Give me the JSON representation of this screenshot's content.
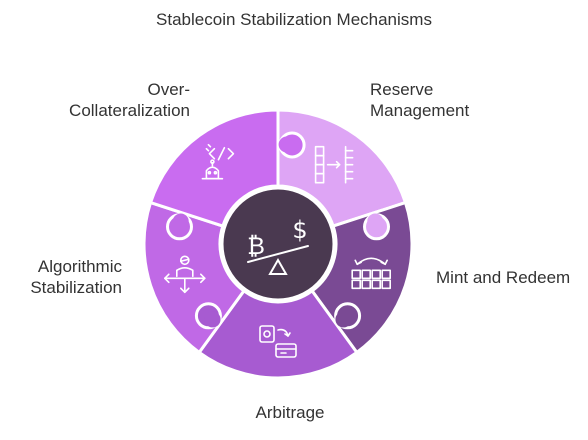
{
  "title": "Stablecoin Stabilization Mechanisms",
  "segments": [
    {
      "id": "over-collateralization",
      "label_lines": [
        "Over-",
        "Collateralization"
      ],
      "color": "#dea5f5",
      "icon": "columns-transfer-icon"
    },
    {
      "id": "reserve-management",
      "label_lines": [
        "Reserve",
        "Management"
      ],
      "color": "#7a4a94",
      "icon": "grid-transfer-icon"
    },
    {
      "id": "mint-and-redeem",
      "label_lines": [
        "Mint and Redeem"
      ],
      "color": "#a75bd1",
      "icon": "mint-redeem-icon"
    },
    {
      "id": "arbitrage",
      "label_lines": [
        "Arbitrage"
      ],
      "color": "#c069e6",
      "icon": "person-arrows-icon"
    },
    {
      "id": "algorithmic-stabilization",
      "label_lines": [
        "Algorithmic",
        "Stabilization"
      ],
      "color": "#c96cf0",
      "icon": "robot-code-icon"
    }
  ],
  "center": {
    "color": "#4a3950",
    "icon": "bitcoin-dollar-balance-icon",
    "glyph_left": "₿",
    "glyph_right": "$"
  }
}
